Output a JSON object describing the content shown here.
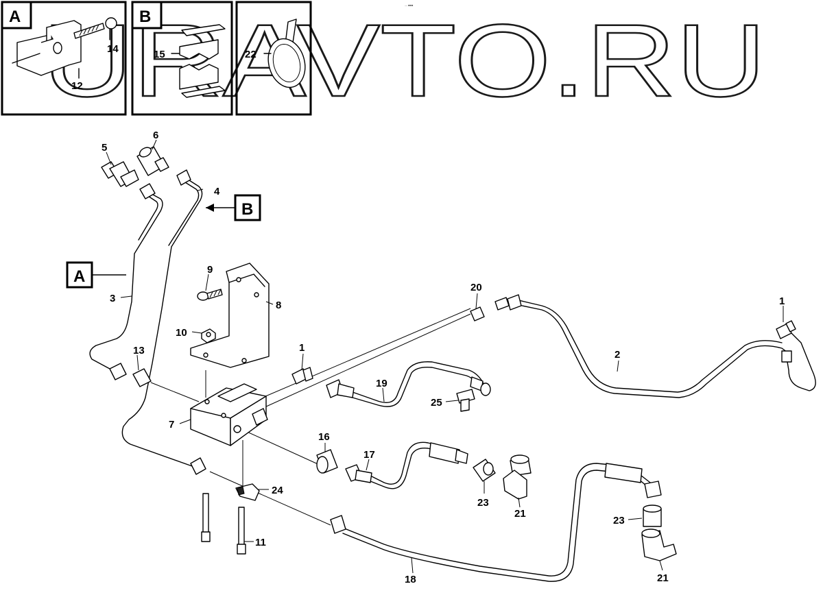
{
  "watermark": "URAVTO.RU",
  "corner_mark": "— ■■■",
  "insets": [
    {
      "letter": "A",
      "labels": [
        "14",
        "12"
      ]
    },
    {
      "letter": "B",
      "labels": [
        "15"
      ]
    },
    {
      "letter": "",
      "labels": [
        "22"
      ]
    }
  ],
  "refs": [
    "A",
    "B"
  ],
  "callouts": [
    "1",
    "1",
    "2",
    "3",
    "4",
    "5",
    "6",
    "7",
    "8",
    "9",
    "10",
    "11",
    "13",
    "16",
    "17",
    "18",
    "19",
    "20",
    "21",
    "21",
    "23",
    "23",
    "24",
    "25"
  ]
}
